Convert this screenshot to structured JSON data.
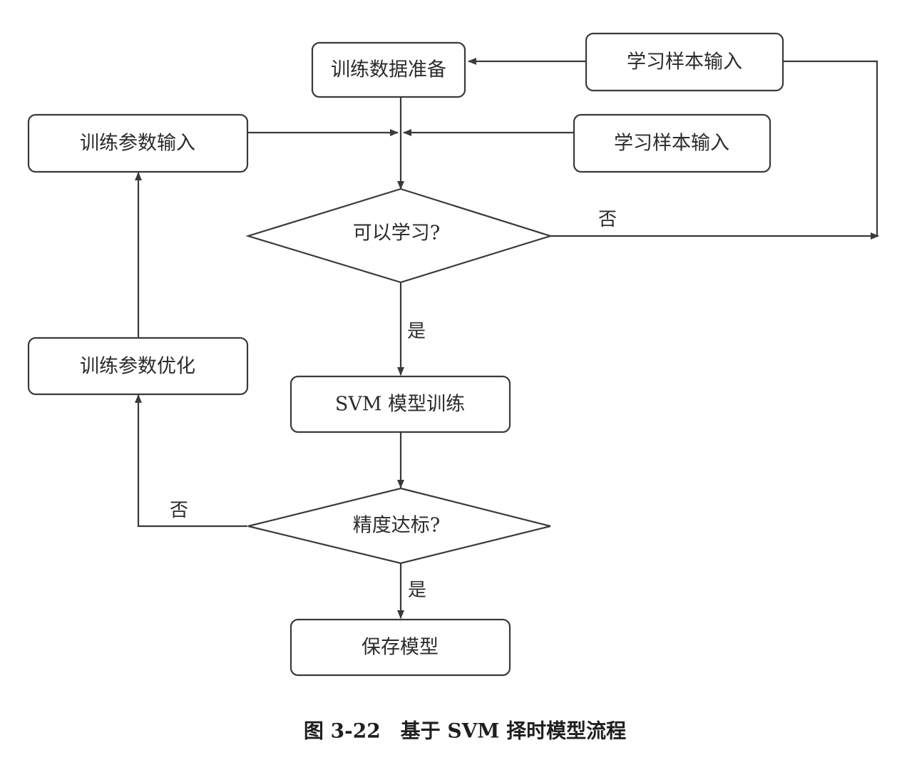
{
  "nodes": {
    "prepare": "训练数据准备",
    "sample_input_top": "学习样本输入",
    "param_input": "训练参数输入",
    "sample_input_mid": "学习样本输入",
    "can_learn": "可以学习?",
    "param_optimize": "训练参数优化",
    "svm_train": "SVM 模型训练",
    "accuracy_ok": "精度达标?",
    "save_model": "保存模型"
  },
  "edges": {
    "can_learn_no": "否",
    "can_learn_yes": "是",
    "accuracy_no": "否",
    "accuracy_yes": "是"
  },
  "caption": "图 3-22　基于 SVM 择时模型流程",
  "colors": {
    "stroke": "#3a3a3a",
    "text": "#2b2b2b"
  }
}
